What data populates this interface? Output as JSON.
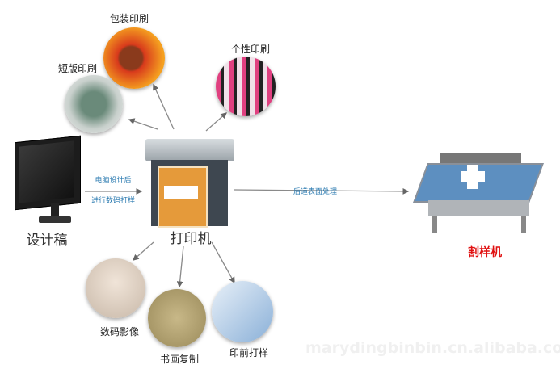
{
  "center": {
    "label": "打印机"
  },
  "source": {
    "label": "设计稿",
    "arrow_text_1": "电脑设计后",
    "arrow_text_2": "进行数码打样"
  },
  "target": {
    "label": "割样机",
    "arrow_text": "后道表面处理",
    "color": "#e01010"
  },
  "outputs": [
    {
      "label": "包装印刷"
    },
    {
      "label": "短版印刷"
    },
    {
      "label": "个性印刷"
    },
    {
      "label": "数码影像"
    },
    {
      "label": "书画复制"
    },
    {
      "label": "印前打样"
    }
  ],
  "watermark": "marydingbinbin.cn.alibaba.com"
}
